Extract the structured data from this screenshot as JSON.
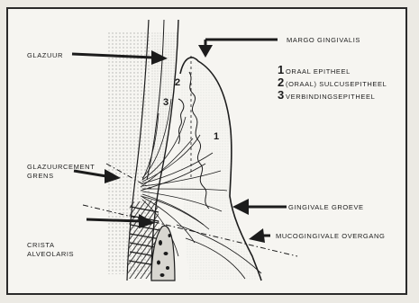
{
  "labels": {
    "glazuur": "GLAZUUR",
    "margo_gingivalis": "MARGO GINGIVALIS",
    "glazuurcement_line1": "GLAZUURCEMENT",
    "glazuurcement_line2": "GRENS",
    "gingivale_groeve": "GINGIVALE GROEVE",
    "mucogingivale_overgang": "MUCOGINGIVALE OVERGANG",
    "crista_line1": "CRISTA",
    "crista_line2": "ALVEOLARIS"
  },
  "legend": [
    {
      "num": "1",
      "text": "ORAAL EPITHEEL"
    },
    {
      "num": "2",
      "text": "(ORAAL) SULCUSEPITHEEL"
    },
    {
      "num": "3",
      "text": "VERBINDINGSEPITHEEL"
    }
  ],
  "diagram_numbers": {
    "one": "1",
    "two": "2",
    "three": "3"
  },
  "colors": {
    "ink": "#1c1c1c",
    "paper": "#f6f5f1"
  }
}
